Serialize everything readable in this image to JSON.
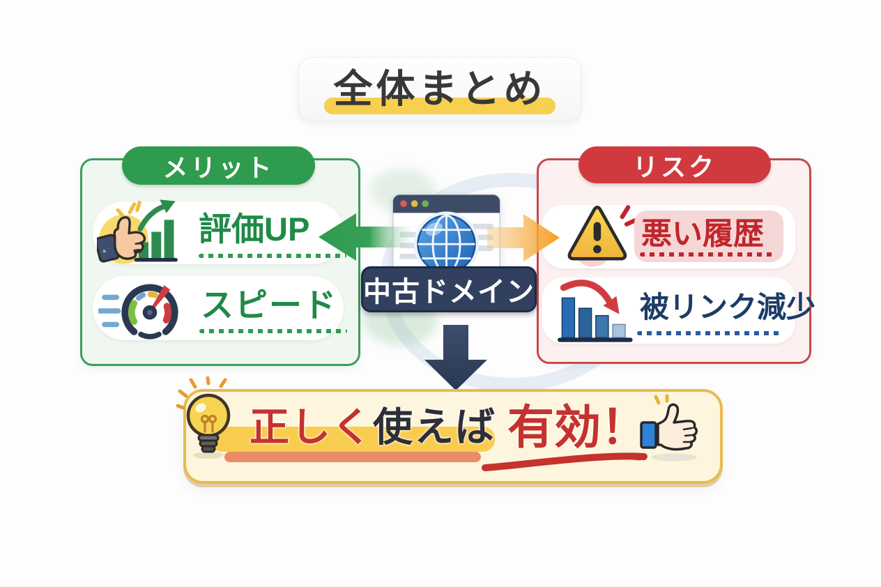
{
  "title": "全体まとめ",
  "center": {
    "label": "中古ドメイン",
    "icon": "browser-globe"
  },
  "merit": {
    "header": "メリット",
    "items": [
      {
        "label": "評価UP",
        "icon": "thumbs-up-growth-chart"
      },
      {
        "label": "スピード",
        "icon": "speedometer"
      }
    ]
  },
  "risk": {
    "header": "リスク",
    "items": [
      {
        "label": "悪い履歴",
        "icon": "warning-triangle"
      },
      {
        "label": "被リンク減少",
        "icon": "declining-bar-chart"
      }
    ]
  },
  "conclusion": {
    "highlight_part": "正しく",
    "middle_part": "使えば",
    "emphasis_part": "有効！",
    "icons": [
      "lightbulb",
      "thumbs-up"
    ]
  },
  "colors": {
    "merit_green": "#2f9b4e",
    "merit_text_green": "#1f8a47",
    "risk_red": "#d03a3f",
    "risk_text_red": "#c0262c",
    "backlink_navy": "#1b3c68",
    "center_navy": "#32405f",
    "highlight_yellow": "#f8cd4f",
    "banner_border_yellow": "#e9ba4e",
    "conclusion_red": "#c5322e",
    "arrow_orange": "#f59d18",
    "arrow_navy": "#2e3d5c"
  }
}
